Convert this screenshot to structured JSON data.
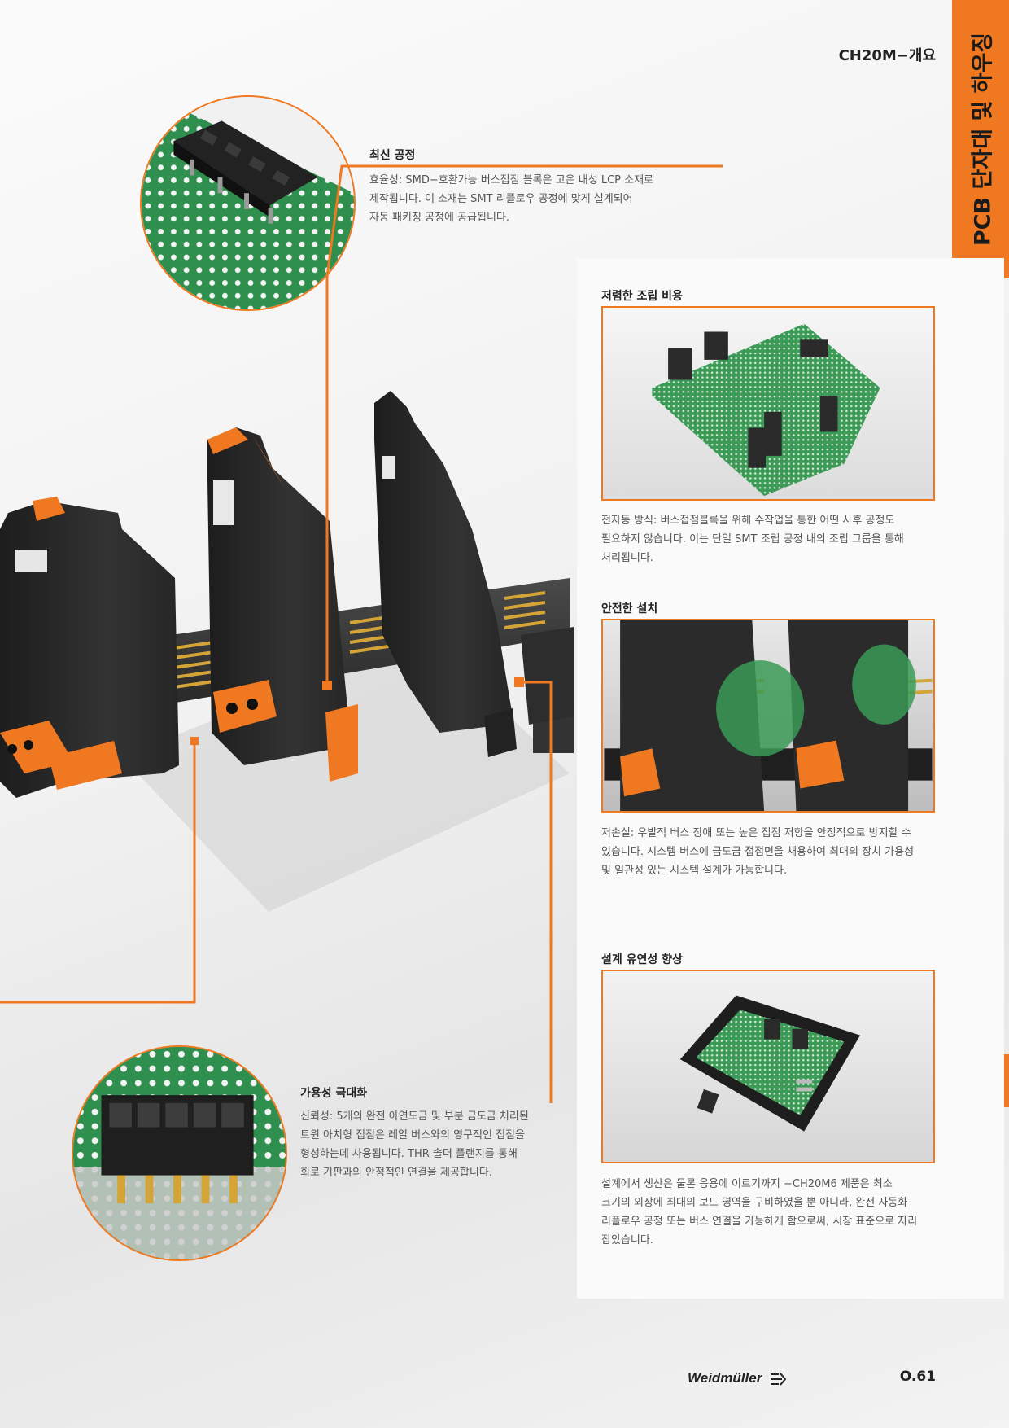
{
  "header": {
    "doc_title": "CH20M−개요"
  },
  "side_tab": {
    "label": "PCB 단자대 및 하우징"
  },
  "section_tab": {
    "letter": "O"
  },
  "sections": {
    "latest_process": {
      "title": "최신 공정",
      "lines": [
        "효율성: SMD−호환가능 버스접점 블록은 고온 내성 LCP 소재로",
        "제작됩니다. 이 소재는 SMT 리플로우 공정에 맞게 설계되어",
        "자동 패키징 공정에 공급됩니다."
      ]
    },
    "low_cost": {
      "title": "저렴한 조립 비용",
      "lines": [
        "전자동 방식: 버스접점블록을 위해 수작업을 통한 어떤 사후 공정도",
        "필요하지 않습니다. 이는 단일 SMT 조립 공정 내의 조립 그룹을 통해",
        "처리됩니다."
      ]
    },
    "safe_install": {
      "title": "안전한 설치",
      "lines": [
        "저손실: 우발적 버스 장애 또는 높은 접점 저항을 안정적으로 방지할 수",
        "있습니다. 시스템 버스에 금도금 접점면을 채용하여 최대의 장치 가용성",
        "및 일관성 있는 시스템 설계가 가능합니다."
      ]
    },
    "design_flex": {
      "title": "설계 유연성 향상",
      "lines": [
        "설계에서 생산은 물론 응용에 이르기까지 −CH20M6 제품은 최소",
        "크기의 외장에 최대의 보드 영역을 구비하였을 뿐 아니라, 완전 자동화",
        "리플로우 공정 또는 버스 연결을 가능하게 함으로써, 시장 표준으로 자리",
        "잡았습니다."
      ]
    },
    "max_availability": {
      "title": "가용성 극대화",
      "lines": [
        "신뢰성: 5개의 완전 아연도금 및 부분 금도금 처리된",
        "트윈 아치형 접점은 레일 버스와의 영구적인 접점을",
        "형성하는데 사용됩니다. THR 솔더 플랜지를 통해",
        "회로 기판과의 안정적인 연결을 제공합니다."
      ]
    }
  },
  "footer": {
    "brand": "Weidmüller",
    "page_number": "O.61"
  },
  "colors": {
    "accent": "#f07820",
    "housing": "#2a2a2a",
    "pcb": "#2f8f4e",
    "gold": "#d4a437"
  }
}
